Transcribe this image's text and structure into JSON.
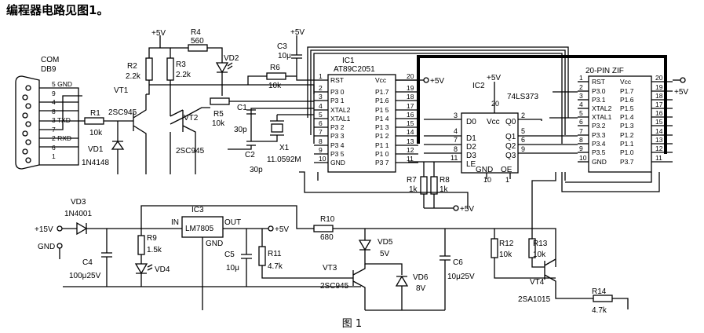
{
  "intro": "编程器电路见图1。",
  "caption": "图 1",
  "com": {
    "title": "COM",
    "type": "DB9",
    "pin_labels": [
      "5 GND",
      "9",
      "4",
      "8",
      "3 TXD",
      "7",
      "2 RXD",
      "6",
      "1"
    ]
  },
  "power": {
    "v5": "+5V",
    "v15": "+15V",
    "gnd": "GND"
  },
  "parts": {
    "R1": {
      "ref": "R1",
      "val": "10k"
    },
    "R2": {
      "ref": "R2",
      "val": "2.2k"
    },
    "R3": {
      "ref": "R3",
      "val": "2.2k"
    },
    "R4": {
      "ref": "R4",
      "val": "560"
    },
    "R5": {
      "ref": "R5",
      "val": "10k"
    },
    "R6": {
      "ref": "R6",
      "val": "10k"
    },
    "R7": {
      "ref": "R7",
      "val": "1k"
    },
    "R8": {
      "ref": "R8",
      "val": "1k"
    },
    "R9": {
      "ref": "R9",
      "val": "1.5k"
    },
    "R10": {
      "ref": "R10",
      "val": "680"
    },
    "R11": {
      "ref": "R11",
      "val": "4.7k"
    },
    "R12": {
      "ref": "R12",
      "val": "10k"
    },
    "R13": {
      "ref": "R13",
      "val": "10k"
    },
    "R14": {
      "ref": "R14",
      "val": "4.7k"
    },
    "C1": {
      "ref": "C1",
      "val": "30p"
    },
    "C2": {
      "ref": "C2",
      "val": "30p"
    },
    "C3": {
      "ref": "C3",
      "val": "10μ"
    },
    "C4": {
      "ref": "C4",
      "val": "100μ25V"
    },
    "C5": {
      "ref": "C5",
      "val": "10μ"
    },
    "C6": {
      "ref": "C6",
      "val": "10μ25V"
    },
    "X1": {
      "ref": "X1",
      "val": "11.0592M"
    },
    "VD1": {
      "ref": "VD1",
      "val": "1N4148"
    },
    "VD2": {
      "ref": "VD2"
    },
    "VD3": {
      "ref": "VD3",
      "val": "1N4001"
    },
    "VD4": {
      "ref": "VD4"
    },
    "VD5": {
      "ref": "VD5",
      "val": "5V"
    },
    "VD6": {
      "ref": "VD6",
      "val": "8V"
    },
    "VT1": {
      "ref": "VT1",
      "val": "2SC945"
    },
    "VT2": {
      "ref": "VT2",
      "val": "2SC945"
    },
    "VT3": {
      "ref": "VT3",
      "val": "2SC945"
    },
    "VT4": {
      "ref": "VT4",
      "val": "2SA1015"
    }
  },
  "ic1": {
    "ref": "IC1",
    "name": "AT89C2051",
    "left": [
      {
        "n": "1",
        "s": "RST"
      },
      {
        "n": "2",
        "s": "P3 0"
      },
      {
        "n": "3",
        "s": "P3 1"
      },
      {
        "n": "4",
        "s": "XTAL2"
      },
      {
        "n": "5",
        "s": "XTAL1"
      },
      {
        "n": "6",
        "s": "P3 2"
      },
      {
        "n": "7",
        "s": "P3 3"
      },
      {
        "n": "8",
        "s": "P3 4"
      },
      {
        "n": "9",
        "s": "P3 5"
      },
      {
        "n": "10",
        "s": "GND"
      }
    ],
    "right": [
      {
        "n": "20",
        "s": "Vcc"
      },
      {
        "n": "19",
        "s": "P1.7"
      },
      {
        "n": "18",
        "s": "P1.6"
      },
      {
        "n": "17",
        "s": "P1 5"
      },
      {
        "n": "16",
        "s": "P1 4"
      },
      {
        "n": "15",
        "s": "P1 3"
      },
      {
        "n": "14",
        "s": "P1 2"
      },
      {
        "n": "13",
        "s": "P1 1"
      },
      {
        "n": "12",
        "s": "P1 0"
      },
      {
        "n": "11",
        "s": "P3 7"
      }
    ]
  },
  "ic2": {
    "ref": "IC2",
    "name": "74LS373",
    "vcc": "+5V",
    "pin20": "20",
    "pins": [
      {
        "n": "3",
        "s": "D0"
      },
      {
        "n": "4",
        "s": "D1"
      },
      {
        "n": "7",
        "s": "D2"
      },
      {
        "n": "8",
        "s": "D3"
      },
      {
        "n": "11",
        "s": "LE"
      }
    ],
    "outs": [
      {
        "n": "2",
        "s": "Q0"
      },
      {
        "n": "5",
        "s": "Q1"
      },
      {
        "n": "6",
        "s": "Q2"
      },
      {
        "n": "9",
        "s": "Q3"
      }
    ],
    "vcc_label": "Vcc",
    "gnd": "GND",
    "oe": "OE",
    "p10": "10",
    "p1": "1"
  },
  "ic3": {
    "ref": "IC3",
    "name": "LM7805",
    "in": "IN",
    "out": "OUT",
    "gnd": "GND"
  },
  "zif": {
    "title": "20-PIN ZIF",
    "left": [
      {
        "n": "1",
        "s": "RST"
      },
      {
        "n": "2",
        "s": "P3.0"
      },
      {
        "n": "3",
        "s": "P3.1"
      },
      {
        "n": "4",
        "s": "XTAL2"
      },
      {
        "n": "5",
        "s": "XTAL1"
      },
      {
        "n": "6",
        "s": "P3.2"
      },
      {
        "n": "7",
        "s": "P3.3"
      },
      {
        "n": "8",
        "s": "P3.4"
      },
      {
        "n": "9",
        "s": "P3.5"
      },
      {
        "n": "10",
        "s": "GND"
      }
    ],
    "right": [
      {
        "n": "20",
        "s": "Vcc"
      },
      {
        "n": "19",
        "s": "P1.7"
      },
      {
        "n": "18",
        "s": "P1.6"
      },
      {
        "n": "17",
        "s": "P1.5"
      },
      {
        "n": "16",
        "s": "P1.4"
      },
      {
        "n": "15",
        "s": "P1.3"
      },
      {
        "n": "14",
        "s": "P1.2"
      },
      {
        "n": "13",
        "s": "P1.1"
      },
      {
        "n": "12",
        "s": "P1.0"
      },
      {
        "n": "11",
        "s": "P3.7"
      }
    ]
  }
}
